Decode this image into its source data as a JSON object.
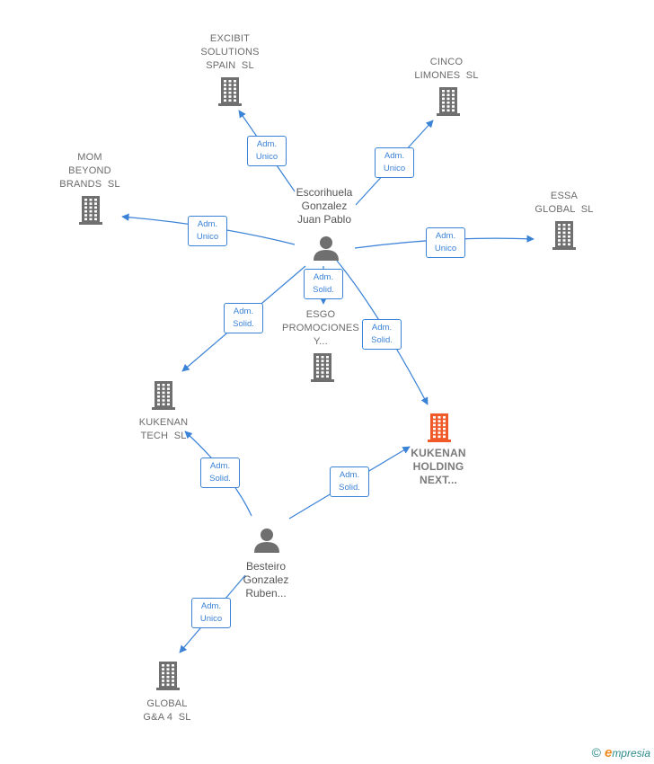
{
  "colors": {
    "edge": "#3a82d6",
    "building": "#6f6f6f",
    "building_highlight": "#f05a28",
    "person": "#6f6f6f"
  },
  "companies": [
    {
      "id": "excibit",
      "lines": [
        "EXCIBIT",
        "SOLUTIONS",
        "SPAIN  SL"
      ],
      "icon": "building-icon"
    },
    {
      "id": "cinco",
      "lines": [
        "CINCO",
        "LIMONES  SL"
      ],
      "icon": "building-icon"
    },
    {
      "id": "mom",
      "lines": [
        "MOM",
        "BEYOND",
        "BRANDS  SL"
      ],
      "icon": "building-icon"
    },
    {
      "id": "essa",
      "lines": [
        "ESSA",
        "GLOBAL  SL"
      ],
      "icon": "building-icon"
    },
    {
      "id": "esgo",
      "lines": [
        "ESGO",
        "PROMOCIONES",
        "Y..."
      ],
      "icon": "building-icon"
    },
    {
      "id": "kukenan_tech",
      "lines": [
        "KUKENAN",
        "TECH  SL"
      ],
      "icon": "building-icon"
    },
    {
      "id": "kukenan_holding",
      "lines": [
        "KUKENAN",
        "HOLDING",
        "NEXT..."
      ],
      "icon": "building-icon",
      "highlight": true
    },
    {
      "id": "global",
      "lines": [
        "GLOBAL",
        "G&A 4  SL"
      ],
      "icon": "building-icon"
    }
  ],
  "persons": [
    {
      "id": "escorihuela",
      "lines": [
        "Escorihuela",
        "Gonzalez",
        "Juan Pablo"
      ],
      "icon": "person-icon"
    },
    {
      "id": "besteiro",
      "lines": [
        "Besteiro",
        "Gonzalez",
        "Ruben..."
      ],
      "icon": "person-icon"
    }
  ],
  "edges": [
    {
      "from": "escorihuela",
      "to": "excibit",
      "lines": [
        "Adm.",
        "Unico"
      ]
    },
    {
      "from": "escorihuela",
      "to": "cinco",
      "lines": [
        "Adm.",
        "Unico"
      ]
    },
    {
      "from": "escorihuela",
      "to": "mom",
      "lines": [
        "Adm.",
        "Unico"
      ]
    },
    {
      "from": "escorihuela",
      "to": "essa",
      "lines": [
        "Adm.",
        "Unico"
      ]
    },
    {
      "from": "escorihuela",
      "to": "esgo",
      "lines": [
        "Adm.",
        "Solid."
      ]
    },
    {
      "from": "escorihuela",
      "to": "kukenan_tech",
      "lines": [
        "Adm.",
        "Solid."
      ]
    },
    {
      "from": "escorihuela",
      "to": "kukenan_holding",
      "lines": [
        "Adm.",
        "Solid."
      ]
    },
    {
      "from": "besteiro",
      "to": "kukenan_tech",
      "lines": [
        "Adm.",
        "Solid."
      ]
    },
    {
      "from": "besteiro",
      "to": "kukenan_holding",
      "lines": [
        "Adm.",
        "Solid."
      ]
    },
    {
      "from": "besteiro",
      "to": "global",
      "lines": [
        "Adm.",
        "Unico"
      ]
    }
  ],
  "footer": {
    "copyright": "©",
    "brand_initial": "e",
    "brand_rest": "mpresia"
  }
}
